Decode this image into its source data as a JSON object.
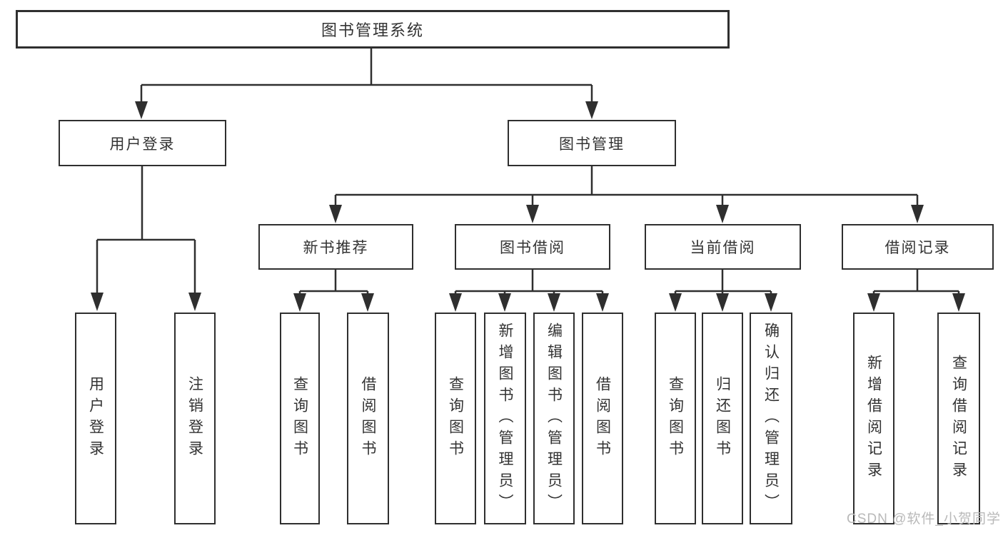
{
  "colors": {
    "line": "#2f2f2f",
    "box_border": "#2f2f2f",
    "text": "#333333",
    "watermark": "#b9b9b9",
    "background": "#ffffff"
  },
  "nodes": {
    "root": "图书管理系统",
    "level2": [
      "用户登录",
      "图书管理"
    ],
    "level3": [
      "新书推荐",
      "图书借阅",
      "当前借阅",
      "借阅记录"
    ],
    "login_children": [
      "用户登录",
      "注销登录"
    ],
    "rec_children": [
      "查询图书",
      "借阅图书"
    ],
    "borrow_children": [
      "查询图书",
      "新增图书（管理员）",
      "编辑图书（管理员）",
      "借阅图书"
    ],
    "current_children": [
      "查询图书",
      "归还图书",
      "确认归还（管理员）"
    ],
    "records_children": [
      "新增借阅记录",
      "查询借阅记录"
    ]
  },
  "watermark": "CSDN @软件_小贺同学"
}
